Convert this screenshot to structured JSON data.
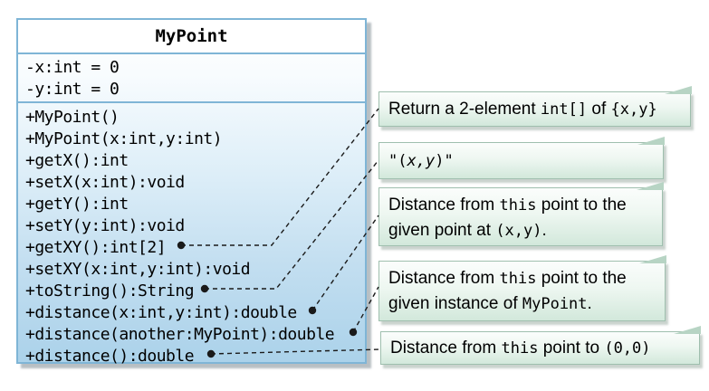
{
  "diagram": {
    "title": "MyPoint",
    "class_box": {
      "name": "MyPoint",
      "fields": [
        "-x:int = 0",
        "-y:int = 0"
      ],
      "methods": [
        "+MyPoint()",
        "+MyPoint(x:int,y:int)",
        "+getX():int",
        "+setX(x:int):void",
        "+getY():int",
        "+setY(y:int):void",
        "+getXY():int[2]",
        "+setXY(x:int,y:int):void",
        "+toString():String",
        "+distance(x:int,y:int):double",
        "+distance(another:MyPoint):double",
        "+distance():double"
      ]
    },
    "notes": [
      {
        "name": "note-getxy",
        "plain_text": "Return a 2-element int[] of {x,y}",
        "lines": [
          [
            {
              "t": "Return a 2-element ",
              "mono": false
            },
            {
              "t": "int[]",
              "mono": true
            },
            {
              "t": " of ",
              "mono": false
            },
            {
              "t": "{x,y}",
              "mono": true
            }
          ]
        ]
      },
      {
        "name": "note-tostring",
        "plain_text": "\"(x,y)\"",
        "lines": [
          [
            {
              "t": "\"(",
              "mono": true
            },
            {
              "t": "x,y",
              "mono": true,
              "italic": true
            },
            {
              "t": ")\"",
              "mono": true
            }
          ]
        ]
      },
      {
        "name": "note-distance-xy",
        "plain_text": "Distance from this point to the given point at (x,y).",
        "lines": [
          [
            {
              "t": "Distance from ",
              "mono": false
            },
            {
              "t": "this",
              "mono": true
            },
            {
              "t": " point to the",
              "mono": false
            }
          ],
          [
            {
              "t": "given point at ",
              "mono": false
            },
            {
              "t": "(x,y)",
              "mono": true
            },
            {
              "t": ".",
              "mono": false
            }
          ]
        ]
      },
      {
        "name": "note-distance-mypoint",
        "plain_text": "Distance from this point to the given instance of MyPoint.",
        "lines": [
          [
            {
              "t": "Distance from ",
              "mono": false
            },
            {
              "t": "this",
              "mono": true
            },
            {
              "t": " point to the",
              "mono": false
            }
          ],
          [
            {
              "t": "given instance of ",
              "mono": false
            },
            {
              "t": "MyPoint",
              "mono": true
            },
            {
              "t": ".",
              "mono": false
            }
          ]
        ]
      },
      {
        "name": "note-distance-origin",
        "plain_text": "Distance from this point to (0,0)",
        "lines": [
          [
            {
              "t": "Distance from ",
              "mono": false
            },
            {
              "t": "this",
              "mono": true
            },
            {
              "t": " point to ",
              "mono": false
            },
            {
              "t": "(0,0)",
              "mono": true
            }
          ]
        ]
      }
    ],
    "links": [
      {
        "method_index": 6,
        "note_index": 0
      },
      {
        "method_index": 8,
        "note_index": 1
      },
      {
        "method_index": 9,
        "note_index": 2
      },
      {
        "method_index": 10,
        "note_index": 3
      },
      {
        "method_index": 11,
        "note_index": 4
      }
    ],
    "colors": {
      "class_border": "#7fb5d6",
      "class_fill_top": "#ffffff",
      "class_fill_bottom": "#abd2ea",
      "note_border": "#9fbfae",
      "note_fill_top": "#fbfdfc",
      "note_fill_bottom": "#d2e8db",
      "connector": "#1a1a1a",
      "text": "#000000"
    }
  }
}
